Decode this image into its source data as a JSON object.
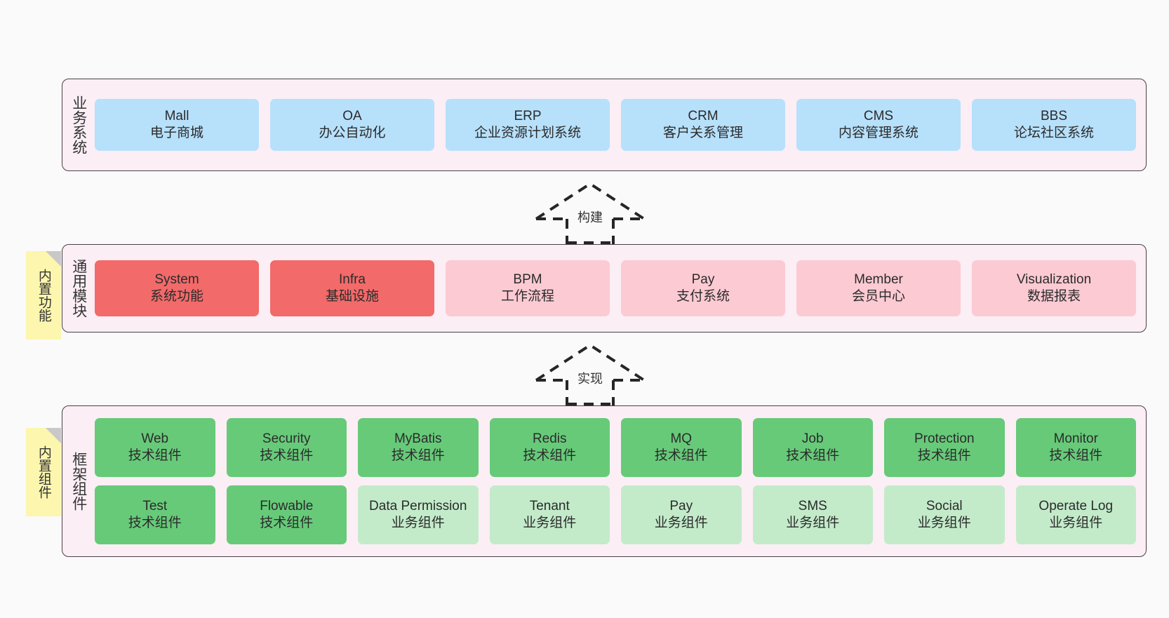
{
  "diagram": {
    "background_color": "#fafafa",
    "layer_fill": "#fbeef5",
    "layer_border": "#4a4049",
    "note_color": "#fcf6ae"
  },
  "layers": [
    {
      "id": "business",
      "title": "业务系统",
      "box_color": "#b7e0fb",
      "rows": [
        [
          {
            "t1": "Mall",
            "t2": "电子商城",
            "color": "#b7e0fb"
          },
          {
            "t1": "OA",
            "t2": "办公自动化",
            "color": "#b7e0fb"
          },
          {
            "t1": "ERP",
            "t2": "企业资源计划系统",
            "color": "#b7e0fb"
          },
          {
            "t1": "CRM",
            "t2": "客户关系管理",
            "color": "#b7e0fb"
          },
          {
            "t1": "CMS",
            "t2": "内容管理系统",
            "color": "#b7e0fb"
          },
          {
            "t1": "BBS",
            "t2": "论坛社区系统",
            "color": "#b7e0fb"
          }
        ]
      ]
    },
    {
      "id": "modules",
      "title": "通用模块",
      "rows": [
        [
          {
            "t1": "System",
            "t2": "系统功能",
            "color": "#f26a6a"
          },
          {
            "t1": "Infra",
            "t2": "基础设施",
            "color": "#f26a6a"
          },
          {
            "t1": "BPM",
            "t2": "工作流程",
            "color": "#fccad3"
          },
          {
            "t1": "Pay",
            "t2": "支付系统",
            "color": "#fccad3"
          },
          {
            "t1": "Member",
            "t2": "会员中心",
            "color": "#fccad3"
          },
          {
            "t1": "Visualization",
            "t2": "数据报表",
            "color": "#fccad3"
          }
        ]
      ]
    },
    {
      "id": "framework",
      "title": "框架组件",
      "rows": [
        [
          {
            "t1": "Web",
            "t2": "技术组件",
            "color": "#67ca79"
          },
          {
            "t1": "Security",
            "t2": "技术组件",
            "color": "#67ca79"
          },
          {
            "t1": "MyBatis",
            "t2": "技术组件",
            "color": "#67ca79"
          },
          {
            "t1": "Redis",
            "t2": "技术组件",
            "color": "#67ca79"
          },
          {
            "t1": "MQ",
            "t2": "技术组件",
            "color": "#67ca79"
          },
          {
            "t1": "Job",
            "t2": "技术组件",
            "color": "#67ca79"
          },
          {
            "t1": "Protection",
            "t2": "技术组件",
            "color": "#67ca79"
          },
          {
            "t1": "Monitor",
            "t2": "技术组件",
            "color": "#67ca79"
          }
        ],
        [
          {
            "t1": "Test",
            "t2": "技术组件",
            "color": "#67ca79"
          },
          {
            "t1": "Flowable",
            "t2": "技术组件",
            "color": "#67ca79"
          },
          {
            "t1": "Data Permission",
            "t2": "业务组件",
            "color": "#c3ebca"
          },
          {
            "t1": "Tenant",
            "t2": "业务组件",
            "color": "#c3ebca"
          },
          {
            "t1": "Pay",
            "t2": "业务组件",
            "color": "#c3ebca"
          },
          {
            "t1": "SMS",
            "t2": "业务组件",
            "color": "#c3ebca"
          },
          {
            "t1": "Social",
            "t2": "业务组件",
            "color": "#c3ebca"
          },
          {
            "t1": "Operate Log",
            "t2": "业务组件",
            "color": "#c3ebca"
          }
        ]
      ]
    }
  ],
  "notes": [
    {
      "id": "functions",
      "label": "内置功能"
    },
    {
      "id": "components",
      "label": "内置组件"
    }
  ],
  "connectors": [
    {
      "id": "build",
      "label": "构建"
    },
    {
      "id": "impl",
      "label": "实现"
    }
  ]
}
